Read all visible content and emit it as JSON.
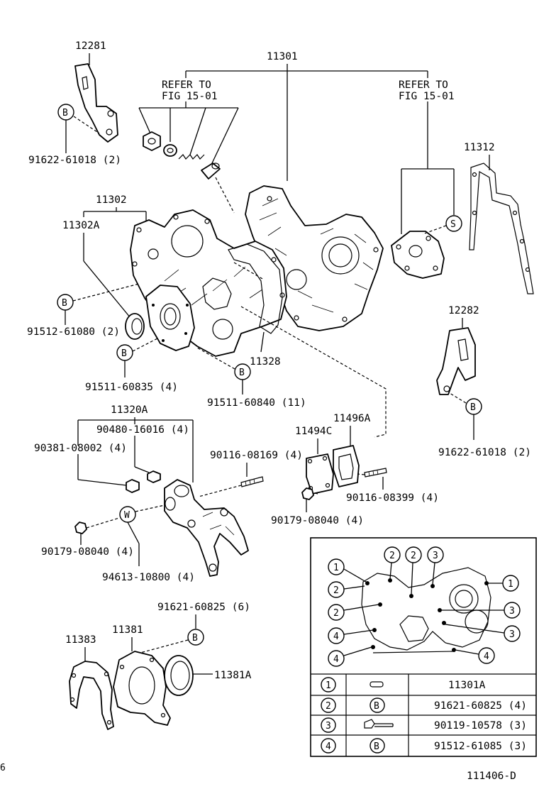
{
  "labels": {
    "p12281": "12281",
    "p11301": "11301",
    "refer_left_1": "REFER TO",
    "refer_left_2": "FIG 15-01",
    "refer_right_1": "REFER TO",
    "refer_right_2": "FIG 15-01",
    "p11312": "11312",
    "p91622_top": "91622-61018 (2)",
    "p11302": "11302",
    "p11302A": "11302A",
    "p91512_61080": "91512-61080 (2)",
    "p11328": "11328",
    "p91511_60835": "91511-60835 (4)",
    "p91511_60840": "91511-60840 (11)",
    "p12282": "12282",
    "p91622_right": "91622-61018 (2)",
    "p11320A": "11320A",
    "p90480": "90480-16016 (4)",
    "p90381": "90381-08002 (4)",
    "p90116_08169": "90116-08169 (4)",
    "p11496A": "11496A",
    "p11494C": "11494C",
    "p90116_08399": "90116-08399 (4)",
    "p90179_right": "90179-08040 (4)",
    "p90179_left": "90179-08040 (4)",
    "p94613": "94613-10800 (4)",
    "p91621": "91621-60825 (6)",
    "p11383": "11383",
    "p11381": "11381",
    "p11381A": "11381A",
    "figure_id": "111406-D",
    "edge_mark": "6"
  },
  "callout_letters": {
    "b": "B",
    "s": "S",
    "w": "W"
  },
  "inset": {
    "markers": [
      "1",
      "2",
      "3",
      "4"
    ],
    "legend": [
      {
        "num": "1",
        "symbol": "dowel-pin",
        "part": "11301A"
      },
      {
        "num": "2",
        "symbol": "B",
        "part": "91621-60825 (4)"
      },
      {
        "num": "3",
        "symbol": "bolt",
        "part": "90119-10578 (3)"
      },
      {
        "num": "4",
        "symbol": "B",
        "part": "91512-61085 (3)"
      }
    ]
  }
}
